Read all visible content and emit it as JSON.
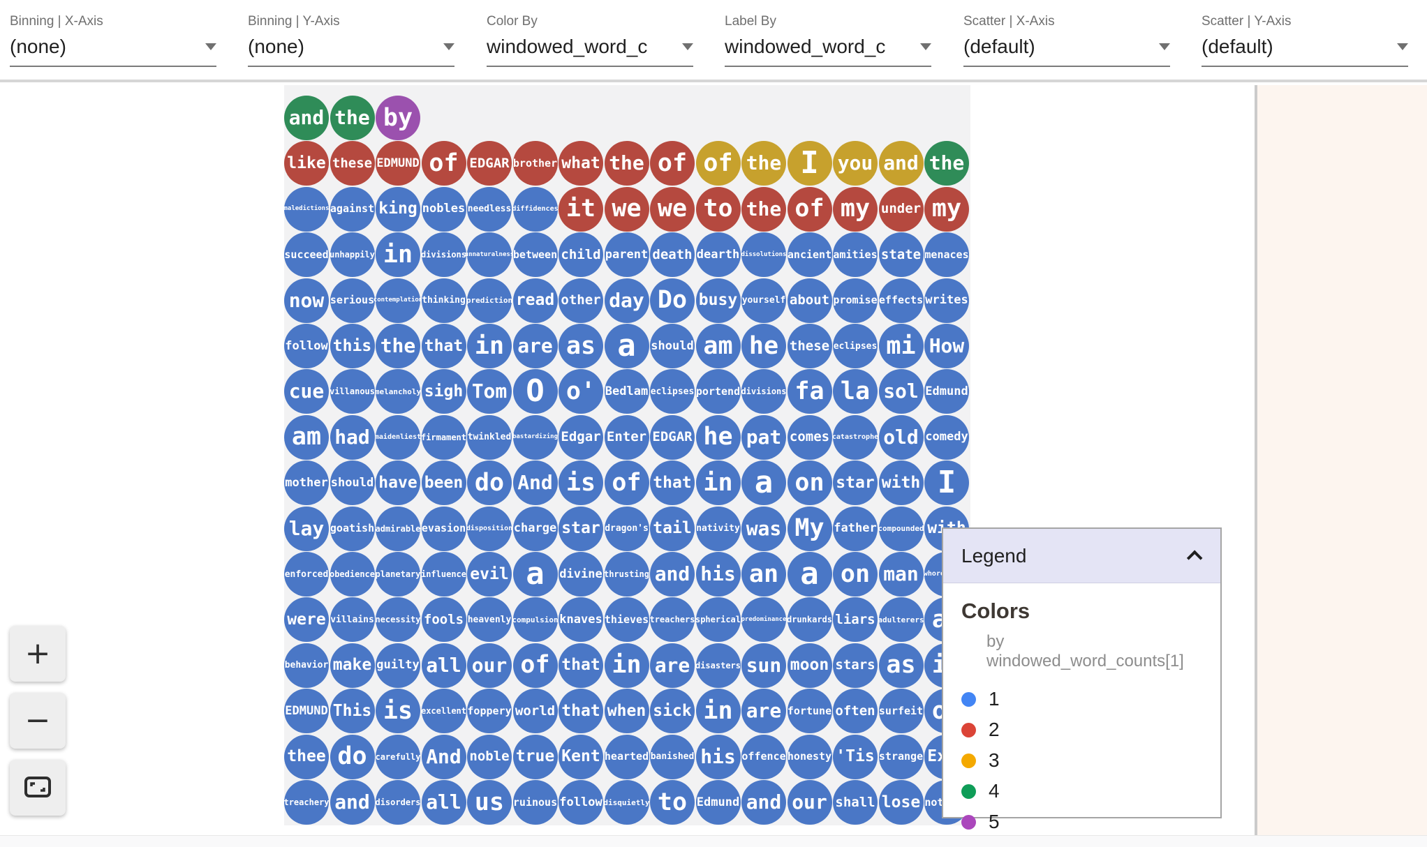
{
  "header": {
    "dropdowns": [
      {
        "label": "Binning | X-Axis",
        "value": "(none)"
      },
      {
        "label": "Binning | Y-Axis",
        "value": "(none)"
      },
      {
        "label": "Color By",
        "value": "windowed_word_c"
      },
      {
        "label": "Label By",
        "value": "windowed_word_c"
      },
      {
        "label": "Scatter | X-Axis",
        "value": "(default)"
      },
      {
        "label": "Scatter | Y-Axis",
        "value": "(default)"
      }
    ]
  },
  "zoom_controls": {
    "zoom_in": "+",
    "zoom_out": "−"
  },
  "legend": {
    "title": "Legend",
    "section_title": "Colors",
    "subtitle": "by windowed_word_counts[1]",
    "items": [
      {
        "value": "1",
        "color": "#4285f4"
      },
      {
        "value": "2",
        "color": "#db4437"
      },
      {
        "value": "3",
        "color": "#f4a900"
      },
      {
        "value": "4",
        "color": "#0f9d58"
      },
      {
        "value": "5",
        "color": "#ab47bc"
      }
    ]
  },
  "visualization": {
    "type": "bubble-grid",
    "palette": [
      "#4a77c6",
      "#b5493f",
      "#c7a12d",
      "#2f8c58",
      "#9b51ae"
    ],
    "rows": [
      [
        [
          "and",
          4
        ],
        [
          "the",
          4
        ],
        [
          "by",
          5
        ]
      ],
      [
        [
          "like",
          2
        ],
        [
          "these",
          2
        ],
        [
          "EDMUND",
          2
        ],
        [
          "of",
          2
        ],
        [
          "EDGAR",
          2
        ],
        [
          "brother",
          2
        ],
        [
          "what",
          2
        ],
        [
          "the",
          2
        ],
        [
          "of",
          2
        ],
        [
          "of",
          3
        ],
        [
          "the",
          3
        ],
        [
          "I",
          3
        ],
        [
          "you",
          3
        ],
        [
          "and",
          3
        ],
        [
          "the",
          4
        ]
      ],
      [
        [
          "maledictions",
          1
        ],
        [
          "against",
          1
        ],
        [
          "king",
          1
        ],
        [
          "nobles",
          1
        ],
        [
          "needless",
          1
        ],
        [
          "diffidences",
          1
        ],
        [
          "it",
          2
        ],
        [
          "we",
          2
        ],
        [
          "we",
          2
        ],
        [
          "to",
          2
        ],
        [
          "the",
          2
        ],
        [
          "of",
          2
        ],
        [
          "my",
          2
        ],
        [
          "under",
          2
        ],
        [
          "my",
          2
        ]
      ],
      [
        [
          "succeed",
          1
        ],
        [
          "unhappily",
          1
        ],
        [
          "in",
          1
        ],
        [
          "divisions",
          1
        ],
        [
          "unnaturalness",
          1
        ],
        [
          "between",
          1
        ],
        [
          "child",
          1
        ],
        [
          "parent",
          1
        ],
        [
          "death",
          1
        ],
        [
          "dearth",
          1
        ],
        [
          "dissolutions",
          1
        ],
        [
          "ancient",
          1
        ],
        [
          "amities",
          1
        ],
        [
          "state",
          1
        ],
        [
          "menaces",
          1
        ]
      ],
      [
        [
          "now",
          1
        ],
        [
          "serious",
          1
        ],
        [
          "contemplation",
          1
        ],
        [
          "thinking",
          1
        ],
        [
          "prediction",
          1
        ],
        [
          "read",
          1
        ],
        [
          "other",
          1
        ],
        [
          "day",
          1
        ],
        [
          "Do",
          1
        ],
        [
          "busy",
          1
        ],
        [
          "yourself",
          1
        ],
        [
          "about",
          1
        ],
        [
          "promise",
          1
        ],
        [
          "effects",
          1
        ],
        [
          "writes",
          1
        ]
      ],
      [
        [
          "follow",
          1
        ],
        [
          "this",
          1
        ],
        [
          "the",
          1
        ],
        [
          "that",
          1
        ],
        [
          "in",
          1
        ],
        [
          "are",
          1
        ],
        [
          "as",
          1
        ],
        [
          "a",
          1
        ],
        [
          "should",
          1
        ],
        [
          "am",
          1
        ],
        [
          "he",
          1
        ],
        [
          "these",
          1
        ],
        [
          "eclipses",
          1
        ],
        [
          "mi",
          1
        ],
        [
          "How",
          1
        ]
      ],
      [
        [
          "cue",
          1
        ],
        [
          "villanous",
          1
        ],
        [
          "melancholy",
          1
        ],
        [
          "sigh",
          1
        ],
        [
          "Tom",
          1
        ],
        [
          "O",
          1
        ],
        [
          "o'",
          1
        ],
        [
          "Bedlam",
          1
        ],
        [
          "eclipses",
          1
        ],
        [
          "portend",
          1
        ],
        [
          "divisions",
          1
        ],
        [
          "fa",
          1
        ],
        [
          "la",
          1
        ],
        [
          "sol",
          1
        ],
        [
          "Edmund",
          1
        ]
      ],
      [
        [
          "am",
          1
        ],
        [
          "had",
          1
        ],
        [
          "maidenliest",
          1
        ],
        [
          "firmament",
          1
        ],
        [
          "twinkled",
          1
        ],
        [
          "bastardizing",
          1
        ],
        [
          "Edgar",
          1
        ],
        [
          "Enter",
          1
        ],
        [
          "EDGAR",
          1
        ],
        [
          "he",
          1
        ],
        [
          "pat",
          1
        ],
        [
          "comes",
          1
        ],
        [
          "catastrophe",
          1
        ],
        [
          "old",
          1
        ],
        [
          "comedy",
          1
        ]
      ],
      [
        [
          "mother",
          1
        ],
        [
          "should",
          1
        ],
        [
          "have",
          1
        ],
        [
          "been",
          1
        ],
        [
          "do",
          1
        ],
        [
          "And",
          1
        ],
        [
          "is",
          1
        ],
        [
          "of",
          1
        ],
        [
          "that",
          1
        ],
        [
          "in",
          1
        ],
        [
          "a",
          1
        ],
        [
          "on",
          1
        ],
        [
          "star",
          1
        ],
        [
          "with",
          1
        ],
        [
          "I",
          1
        ]
      ],
      [
        [
          "lay",
          1
        ],
        [
          "goatish",
          1
        ],
        [
          "admirable",
          1
        ],
        [
          "evasion",
          1
        ],
        [
          "disposition",
          1
        ],
        [
          "charge",
          1
        ],
        [
          "star",
          1
        ],
        [
          "dragon's",
          1
        ],
        [
          "tail",
          1
        ],
        [
          "nativity",
          1
        ],
        [
          "was",
          1
        ],
        [
          "My",
          1
        ],
        [
          "father",
          1
        ],
        [
          "compounded",
          1
        ],
        [
          "with",
          1
        ]
      ],
      [
        [
          "enforced",
          1
        ],
        [
          "obedience",
          1
        ],
        [
          "planetary",
          1
        ],
        [
          "influence",
          1
        ],
        [
          "evil",
          1
        ],
        [
          "a",
          1
        ],
        [
          "divine",
          1
        ],
        [
          "thrusting",
          1
        ],
        [
          "and",
          1
        ],
        [
          "his",
          1
        ],
        [
          "an",
          1
        ],
        [
          "a",
          1
        ],
        [
          "on",
          1
        ],
        [
          "man",
          1
        ],
        [
          "whoremaster",
          1
        ]
      ],
      [
        [
          "were",
          1
        ],
        [
          "villains",
          1
        ],
        [
          "necessity",
          1
        ],
        [
          "fools",
          1
        ],
        [
          "heavenly",
          1
        ],
        [
          "compulsion",
          1
        ],
        [
          "knaves",
          1
        ],
        [
          "thieves",
          1
        ],
        [
          "treachers",
          1
        ],
        [
          "spherical",
          1
        ],
        [
          "predominance",
          1
        ],
        [
          "drunkards",
          1
        ],
        [
          "liars",
          1
        ],
        [
          "adulterers",
          1
        ],
        [
          "an",
          1
        ]
      ],
      [
        [
          "behavior",
          1
        ],
        [
          "make",
          1
        ],
        [
          "guilty",
          1
        ],
        [
          "all",
          1
        ],
        [
          "our",
          1
        ],
        [
          "of",
          1
        ],
        [
          "that",
          1
        ],
        [
          "in",
          1
        ],
        [
          "are",
          1
        ],
        [
          "disasters",
          1
        ],
        [
          "sun",
          1
        ],
        [
          "moon",
          1
        ],
        [
          "stars",
          1
        ],
        [
          "as",
          1
        ],
        [
          "if",
          1
        ]
      ],
      [
        [
          "EDMUND",
          1
        ],
        [
          "This",
          1
        ],
        [
          "is",
          1
        ],
        [
          "excellent",
          1
        ],
        [
          "foppery",
          1
        ],
        [
          "world",
          1
        ],
        [
          "that",
          1
        ],
        [
          "when",
          1
        ],
        [
          "sick",
          1
        ],
        [
          "in",
          1
        ],
        [
          "are",
          1
        ],
        [
          "fortune",
          1
        ],
        [
          "often",
          1
        ],
        [
          "surfeit",
          1
        ],
        [
          "of",
          1
        ]
      ],
      [
        [
          "thee",
          1
        ],
        [
          "do",
          1
        ],
        [
          "carefully",
          1
        ],
        [
          "And",
          1
        ],
        [
          "noble",
          1
        ],
        [
          "true",
          1
        ],
        [
          "Kent",
          1
        ],
        [
          "hearted",
          1
        ],
        [
          "banished",
          1
        ],
        [
          "his",
          1
        ],
        [
          "offence",
          1
        ],
        [
          "honesty",
          1
        ],
        [
          "'Tis",
          1
        ],
        [
          "strange",
          1
        ],
        [
          "Exit",
          1
        ]
      ],
      [
        [
          "treachery",
          1
        ],
        [
          "and",
          1
        ],
        [
          "disorders",
          1
        ],
        [
          "all",
          1
        ],
        [
          "us",
          1
        ],
        [
          "ruinous",
          1
        ],
        [
          "follow",
          1
        ],
        [
          "disquietly",
          1
        ],
        [
          "to",
          1
        ],
        [
          "Edmund",
          1
        ],
        [
          "and",
          1
        ],
        [
          "our",
          1
        ],
        [
          "shall",
          1
        ],
        [
          "lose",
          1
        ],
        [
          "nothing",
          1
        ]
      ]
    ]
  }
}
